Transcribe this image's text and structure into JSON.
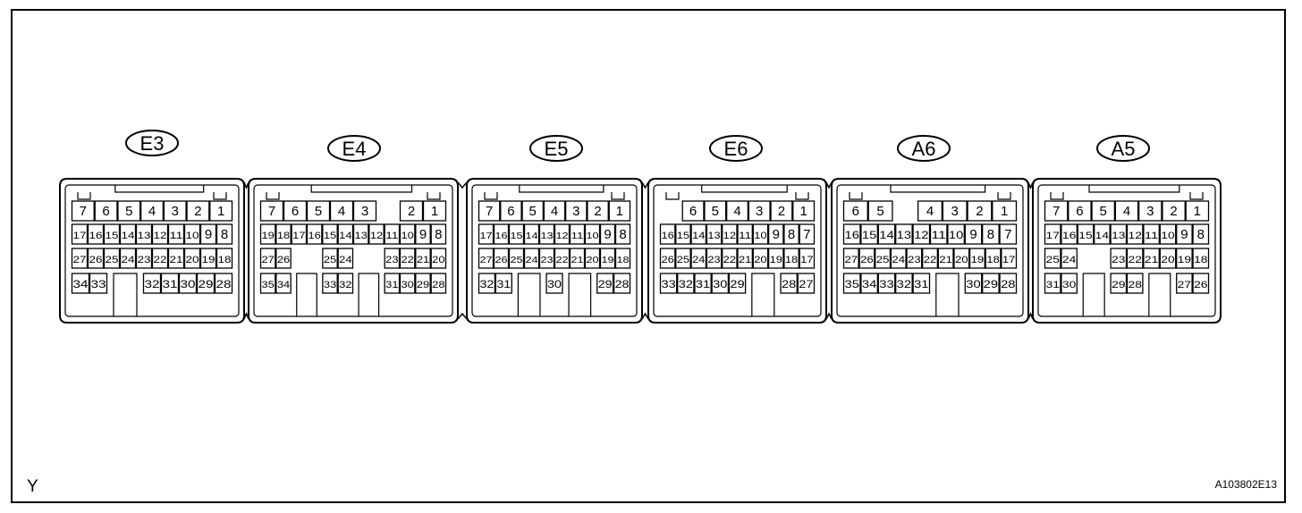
{
  "footer": {
    "corner_letter": "Y",
    "figure_id": "A103802E13"
  },
  "connectors": [
    {
      "id": "E3",
      "rows": [
        [
          "7",
          "6",
          "5",
          "4",
          "3",
          "2",
          "1"
        ],
        [
          "17",
          "16",
          "15",
          "14",
          "13",
          "12",
          "11",
          "10",
          "9",
          "8"
        ],
        [
          "27",
          "26",
          "25",
          "24",
          "23",
          "22",
          "21",
          "20",
          "19",
          "18"
        ],
        [
          "34",
          "33",
          "",
          "",
          "32",
          "31",
          "30",
          "29",
          "28"
        ]
      ]
    },
    {
      "id": "E4",
      "rows": [
        [
          "7",
          "6",
          "5",
          "4",
          "3",
          "",
          "2",
          "1"
        ],
        [
          "19",
          "18",
          "17",
          "16",
          "15",
          "14",
          "13",
          "12",
          "11",
          "10",
          "9",
          "8"
        ],
        [
          "27",
          "26",
          "",
          "",
          "25",
          "24",
          "",
          "",
          "23",
          "22",
          "21",
          "20"
        ],
        [
          "35",
          "34",
          "",
          "",
          "33",
          "32",
          "",
          "",
          "31",
          "30",
          "29",
          "28"
        ]
      ]
    },
    {
      "id": "E5",
      "rows": [
        [
          "7",
          "6",
          "5",
          "4",
          "3",
          "2",
          "1"
        ],
        [
          "17",
          "16",
          "15",
          "14",
          "13",
          "12",
          "11",
          "10",
          "9",
          "8"
        ],
        [
          "27",
          "26",
          "25",
          "24",
          "23",
          "22",
          "21",
          "20",
          "19",
          "18"
        ],
        [
          "32",
          "31",
          "",
          "",
          "30",
          "",
          "",
          "29",
          "28"
        ]
      ]
    },
    {
      "id": "E6",
      "rows": [
        [
          "",
          "6",
          "5",
          "4",
          "3",
          "2",
          "1"
        ],
        [
          "16",
          "15",
          "14",
          "13",
          "12",
          "11",
          "10",
          "9",
          "8",
          "7"
        ],
        [
          "26",
          "25",
          "24",
          "23",
          "22",
          "21",
          "20",
          "19",
          "18",
          "17"
        ],
        [
          "33",
          "32",
          "31",
          "30",
          "29",
          "",
          "",
          "28",
          "27"
        ]
      ]
    },
    {
      "id": "A6",
      "rows": [
        [
          "6",
          "5",
          "",
          "4",
          "3",
          "2",
          "1"
        ],
        [
          "16",
          "15",
          "14",
          "13",
          "12",
          "11",
          "10",
          "9",
          "8",
          "7"
        ],
        [
          "27",
          "26",
          "25",
          "24",
          "23",
          "22",
          "21",
          "20",
          "19",
          "18",
          "17"
        ],
        [
          "35",
          "34",
          "33",
          "32",
          "31",
          "",
          "",
          "30",
          "29",
          "28"
        ]
      ]
    },
    {
      "id": "A5",
      "rows": [
        [
          "7",
          "6",
          "5",
          "4",
          "3",
          "2",
          "1"
        ],
        [
          "17",
          "16",
          "15",
          "14",
          "13",
          "12",
          "11",
          "10",
          "9",
          "8"
        ],
        [
          "25",
          "24",
          "",
          "",
          "23",
          "22",
          "21",
          "20",
          "19",
          "18"
        ],
        [
          "31",
          "30",
          "",
          "",
          "29",
          "28",
          "",
          "",
          "27",
          "26"
        ]
      ]
    }
  ]
}
